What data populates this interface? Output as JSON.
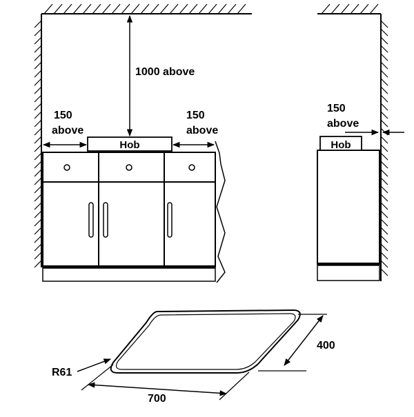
{
  "front_view": {
    "height_clearance_label": "1000 above",
    "left_clearance_value": "150",
    "left_clearance_word": "above",
    "right_clearance_value": "150",
    "right_clearance_word": "above",
    "hob_label": "Hob"
  },
  "side_view": {
    "clearance_value": "150",
    "clearance_word": "above",
    "hob_label": "Hob"
  },
  "cutout": {
    "radius_label": "R61",
    "width_label": "700",
    "depth_label": "400"
  },
  "colors": {
    "ink": "#000000",
    "background": "#ffffff"
  }
}
